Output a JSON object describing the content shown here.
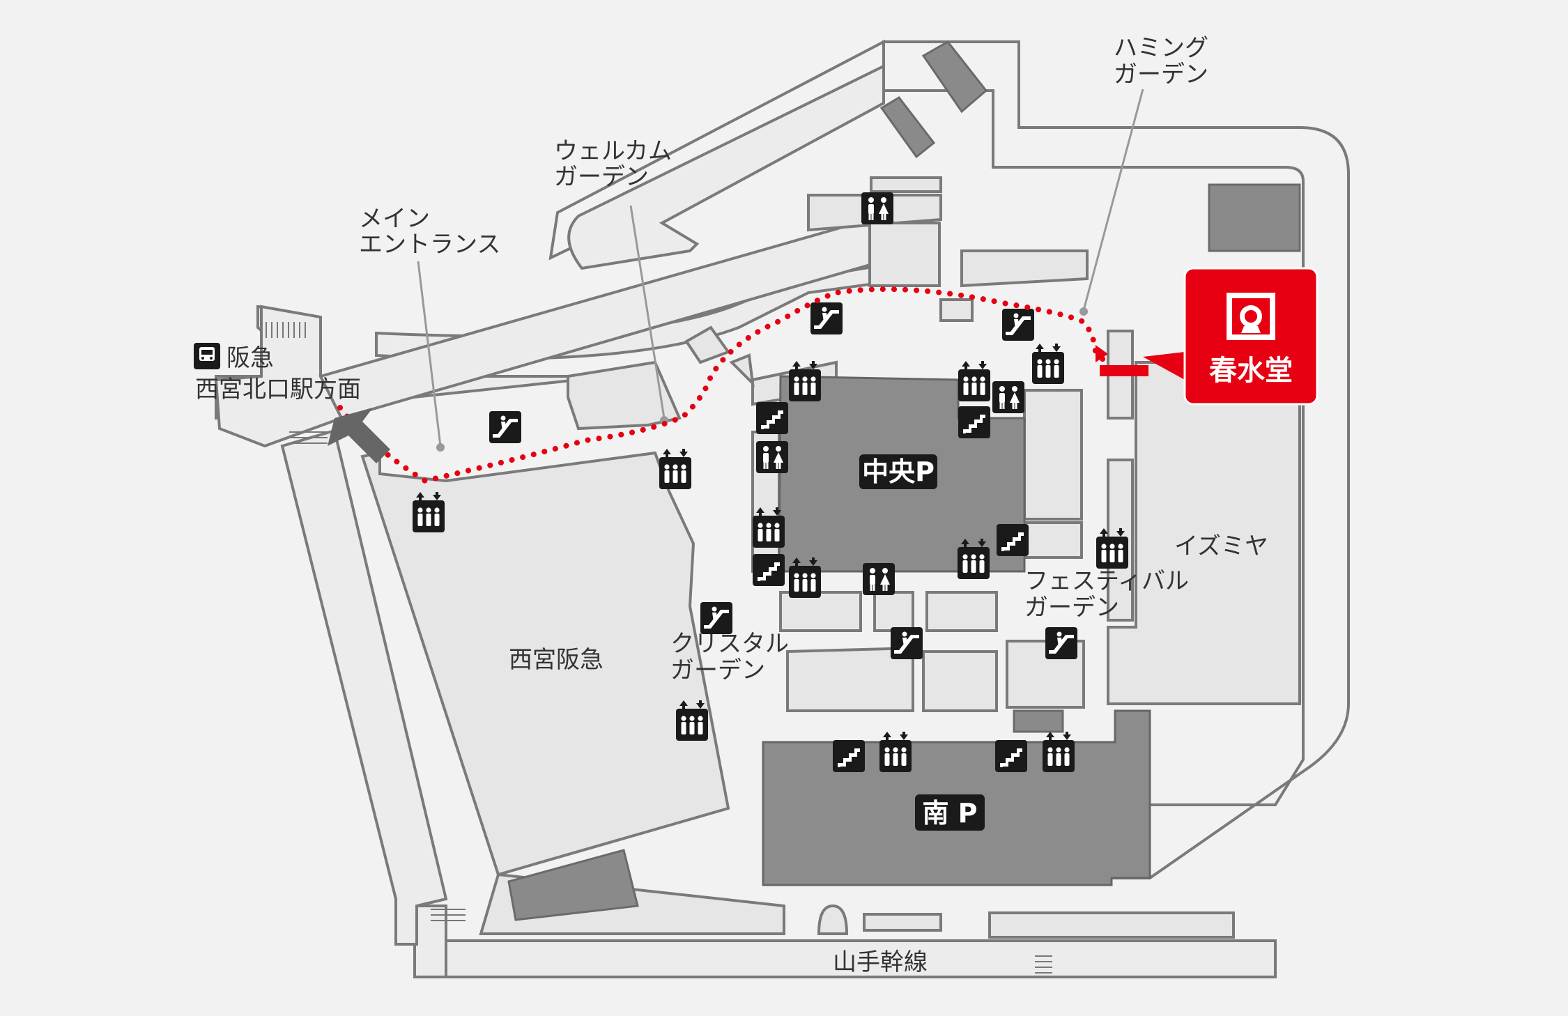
{
  "labels": {
    "station_line1": "阪急",
    "station_line2": "西宮北口駅方面",
    "main_entrance_line1": "メイン",
    "main_entrance_line2": "エントランス",
    "welcome_garden_line1": "ウェルカム",
    "welcome_garden_line2": "ガーデン",
    "humming_garden_line1": "ハミング",
    "humming_garden_line2": "ガーデン",
    "festival_garden_line1": "フェスティバル",
    "festival_garden_line2": "ガーデン",
    "crystal_garden_line1": "クリスタル",
    "crystal_garden_line2": "ガーデン",
    "nishinomiya_hankyu": "西宮阪急",
    "izumiya": "イズミヤ",
    "central_parking": "中央P",
    "south_parking": "南 P",
    "road": "山手幹線",
    "shop": "春水堂"
  },
  "colors": {
    "background": "#f2f2f2",
    "building": "#e8e8e8",
    "outline": "#7a7a7a",
    "parking": "#8c8c8c",
    "dark_block": "#888888",
    "icon": "#1a1a1a",
    "highlight": "#e60012",
    "route": "#e60012"
  },
  "icons": [
    "elevator-icon",
    "escalator-icon",
    "stairs-icon",
    "restroom-icon",
    "train-icon"
  ]
}
